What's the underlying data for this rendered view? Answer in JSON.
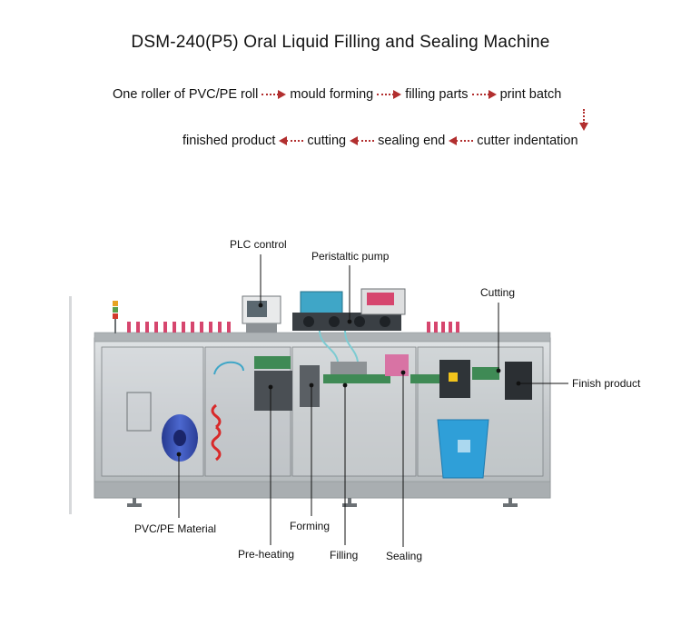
{
  "title": "DSM-240(P5) Oral Liquid Filling and Sealing Machine",
  "process_flow": {
    "row1": [
      "One roller of PVC/PE roll",
      "mould forming",
      "filling parts",
      "print batch"
    ],
    "row2": [
      "finished product",
      "cutting",
      "sealing end",
      "cutter indentation"
    ]
  },
  "callouts": {
    "plc_control": "PLC control",
    "peristaltic_pump": "Peristaltic pump",
    "cutting": "Cutting",
    "finish_product": "Finish product",
    "pvc_pe_material": "PVC/PE Material",
    "pre_heating": "Pre-heating",
    "forming": "Forming",
    "filling": "Filling",
    "sealing": "Sealing"
  },
  "colors": {
    "arrow": "#b22f2f",
    "machine_frame": "#c8cccf",
    "film_roll": "#3a55b8",
    "bin": "#2f9fd8"
  }
}
